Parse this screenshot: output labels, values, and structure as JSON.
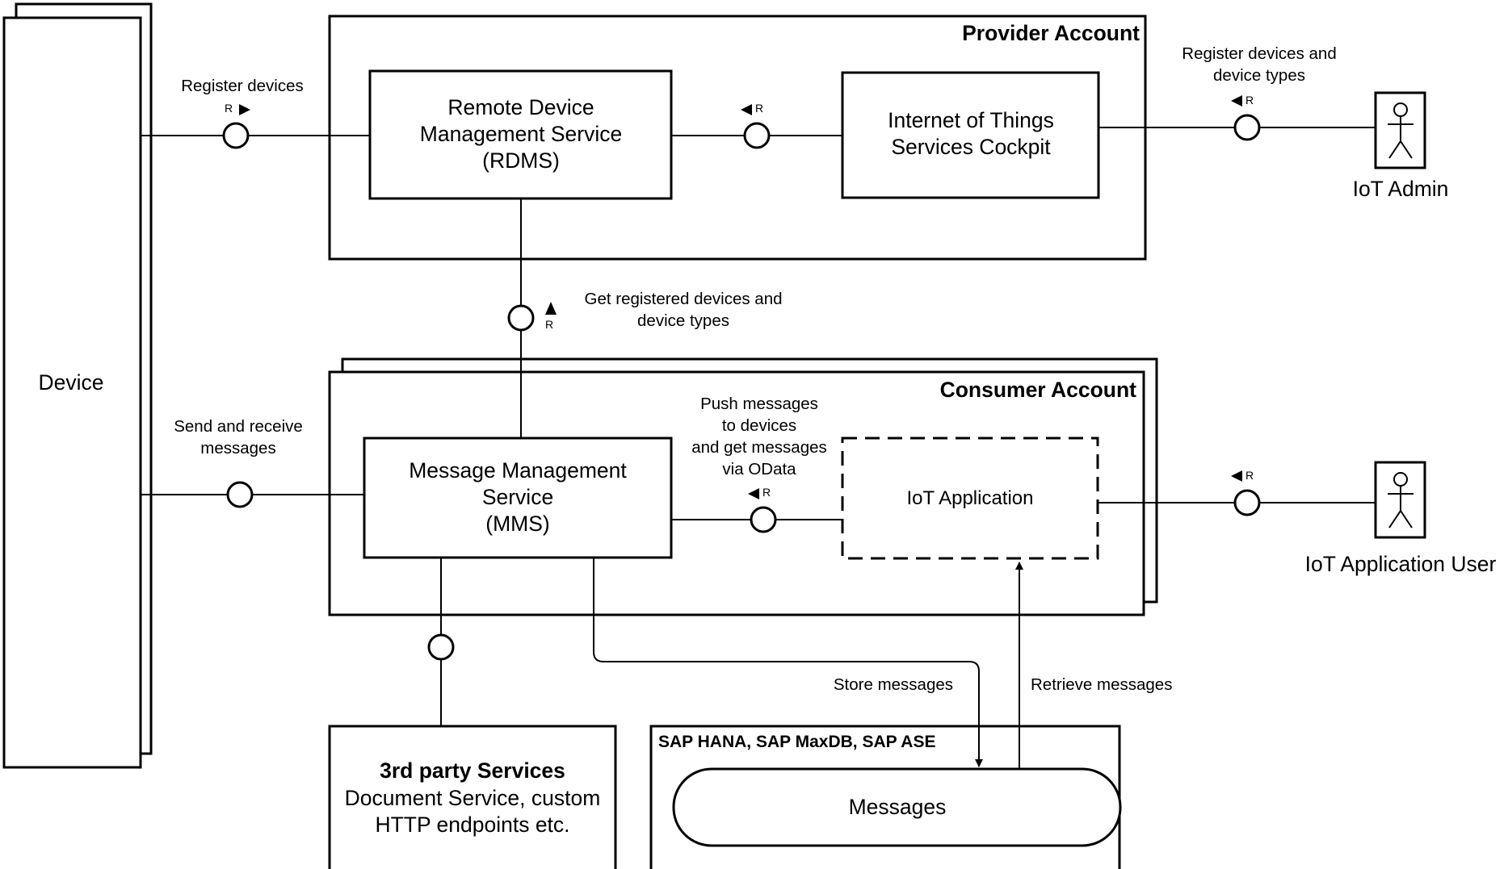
{
  "accounts": {
    "provider": "Provider Account",
    "consumer": "Consumer Account"
  },
  "device": {
    "label": "Device"
  },
  "rdms": {
    "line1": "Remote Device",
    "line2": "Management Service",
    "line3": "(RDMS)"
  },
  "cockpit": {
    "line1": "Internet of Things",
    "line2": "Services Cockpit"
  },
  "mms": {
    "line1": "Message Management",
    "line2": "Service",
    "line3": "(MMS)"
  },
  "iot_app": {
    "label": "IoT Application"
  },
  "third_party": {
    "title": "3rd party Services",
    "line1": "Document Service, custom",
    "line2": "HTTP endpoints etc."
  },
  "database": {
    "title": "SAP HANA, SAP MaxDB, SAP ASE",
    "store": "Messages"
  },
  "actors": {
    "admin": "IoT Admin",
    "app_user": "IoT Application User"
  },
  "connections": {
    "register_devices": "Register devices",
    "register_types_1": "Register devices and",
    "register_types_2": "device types",
    "get_registered_1": "Get registered devices and",
    "get_registered_2": "device types",
    "send_receive_1": "Send and receive",
    "send_receive_2": "messages",
    "push_1": "Push messages",
    "push_2": "to devices",
    "push_3": "and get messages",
    "push_4": "via OData",
    "store": "Store messages",
    "retrieve": "Retrieve messages"
  },
  "request_marker": "R"
}
